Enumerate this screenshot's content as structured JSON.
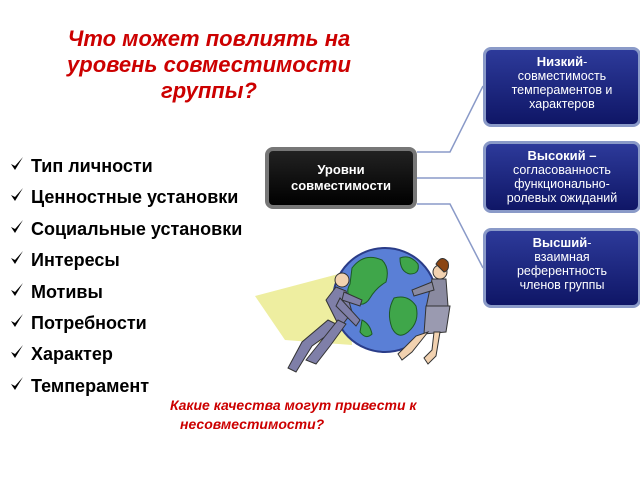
{
  "title": {
    "line1": "Что может повлиять на",
    "line2": "уровень совместимости",
    "line3": "группы?"
  },
  "factors": [
    "Тип личности",
    "Ценностные установки",
    "Социальные установки",
    "Интересы",
    "Мотивы",
    "Потребности",
    "Характер",
    "Темперамент"
  ],
  "question": {
    "line1": "Какие качества могут привести к",
    "line2": "несовместимости?"
  },
  "center_box": {
    "line1": "Уровни",
    "line2": "совместимости"
  },
  "levels": [
    {
      "name": "Низкий",
      "sep": "-",
      "line1": "совместимость",
      "line2": "темпераментов и",
      "line3": "характеров"
    },
    {
      "name": "Высокий –",
      "sep": "",
      "line1": "согласованность",
      "line2": "функционально-",
      "line3": "ролевых ожиданий"
    },
    {
      "name": "Высший",
      "sep": "-",
      "line1": "взаимная",
      "line2": "референтность",
      "line3": "членов группы"
    }
  ],
  "colors": {
    "title": "#cc0000",
    "level_box": "#1a237e",
    "center_box": "#000000"
  },
  "icons": {
    "bullet": "checkmark-icon",
    "illustration": "people-holding-globe"
  }
}
